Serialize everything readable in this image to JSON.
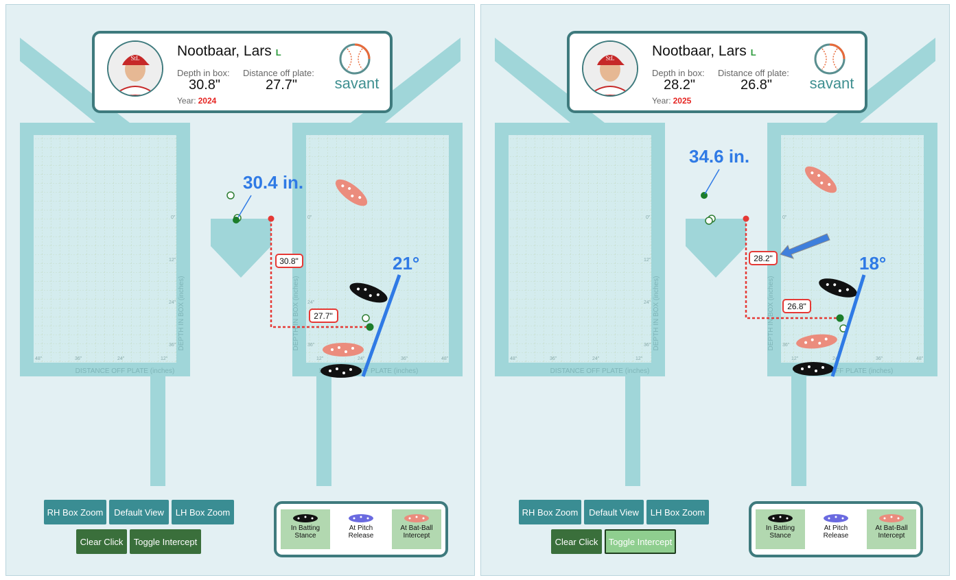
{
  "colors": {
    "accent": "#3a8d93",
    "clear": "#3a6f3b",
    "year": "#e52421",
    "annot": "#2f7ae5",
    "field": "#a0d6d9"
  },
  "panels": [
    {
      "player": {
        "name": "Nootbaar, Lars",
        "hand": "L",
        "depth_label": "Depth in box:",
        "depth_value": "30.8\"",
        "dist_label": "Distance off plate:",
        "dist_value": "27.7\"",
        "year_label": "Year:",
        "year": "2024",
        "logo": "savant"
      },
      "annot": {
        "distance": "30.4 in.",
        "angle": "21°",
        "depth_box": "30.8\"",
        "dist_box": "27.7\""
      },
      "axes": {
        "x_label": "DISTANCE OFF PLATE (inches)",
        "y_label": "DEPTH IN BOX (inches)",
        "rh_ticks": [
          "48\"",
          "36\"",
          "24\"",
          "12\""
        ],
        "lh_ticks": [
          "12\"",
          "24\"",
          "36\"",
          "48\""
        ],
        "depth_ticks": [
          "0\"",
          "12\"",
          "24\"",
          "36\""
        ]
      },
      "buttons": {
        "rh_zoom": "RH Box Zoom",
        "default_view": "Default View",
        "lh_zoom": "LH Box Zoom",
        "clear_click": "Clear Click",
        "toggle_intercept": "Toggle Intercept",
        "toggle_active": false
      },
      "legend": {
        "stance": "In Batting Stance",
        "release": "At Pitch Release",
        "intercept": "At Bat-Ball Intercept"
      }
    },
    {
      "player": {
        "name": "Nootbaar, Lars",
        "hand": "L",
        "depth_label": "Depth in box:",
        "depth_value": "28.2\"",
        "dist_label": "Distance off plate:",
        "dist_value": "26.8\"",
        "year_label": "Year:",
        "year": "2025",
        "logo": "savant"
      },
      "annot": {
        "distance": "34.6 in.",
        "angle": "18°",
        "depth_box": "28.2\"",
        "dist_box": "26.8\""
      },
      "axes": {
        "x_label": "DISTANCE OFF PLATE (inches)",
        "y_label": "DEPTH IN BOX (inches)",
        "rh_ticks": [
          "48\"",
          "36\"",
          "24\"",
          "12\""
        ],
        "lh_ticks": [
          "12\"",
          "24\"",
          "36\"",
          "48\""
        ],
        "depth_ticks": [
          "0\"",
          "12\"",
          "24\"",
          "36\""
        ]
      },
      "buttons": {
        "rh_zoom": "RH Box Zoom",
        "default_view": "Default View",
        "lh_zoom": "LH Box Zoom",
        "clear_click": "Clear Click",
        "toggle_intercept": "Toggle Intercept",
        "toggle_active": true
      },
      "legend": {
        "stance": "In Batting Stance",
        "release": "At Pitch Release",
        "intercept": "At Bat-Ball Intercept"
      }
    }
  ]
}
